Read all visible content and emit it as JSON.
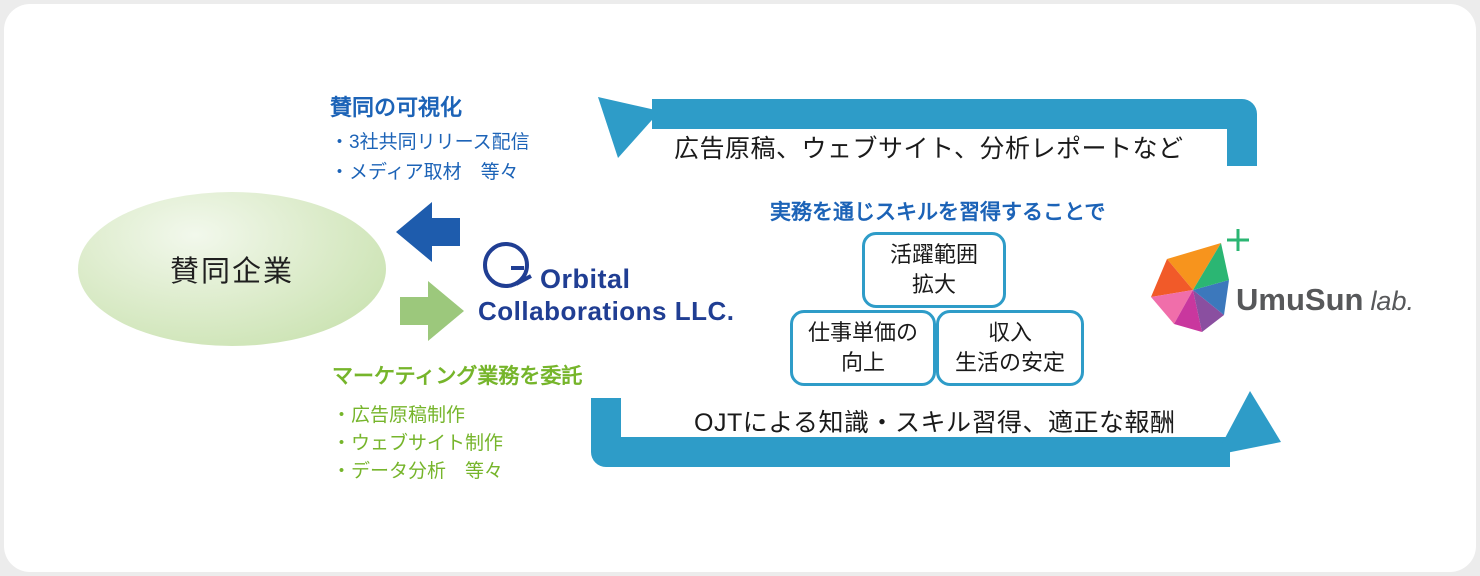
{
  "supporter": {
    "label": "賛同企業"
  },
  "endorsement": {
    "title": "賛同の可視化",
    "items": [
      "・3社共同リリース配信",
      "・メディア取材　等々"
    ]
  },
  "outsourcing": {
    "title": "マーケティング業務を委託",
    "items": [
      "・広告原稿制作",
      "・ウェブサイト制作",
      "・データ分析　等々"
    ]
  },
  "orbital": {
    "line1": "Orbital",
    "line2": "Collaborations LLC."
  },
  "flows": {
    "top_label": "広告原稿、ウェブサイト、分析レポートなど",
    "bottom_label": "OJTによる知識・スキル習得、適正な報酬"
  },
  "skills": {
    "heading": "実務を通じスキルを習得することで",
    "boxes": [
      {
        "line1": "活躍範囲",
        "line2": "拡大"
      },
      {
        "line1": "仕事単価の",
        "line2": "向上"
      },
      {
        "line1": "収入",
        "line2": "生活の安定"
      }
    ]
  },
  "umusun": {
    "name": "UmuSun",
    "suffix": "lab.",
    "palette": [
      "#F7941D",
      "#F15A29",
      "#F06EAA",
      "#C9379E",
      "#8A4FA0",
      "#3C78BC",
      "#2BB673"
    ]
  },
  "colors": {
    "arrow_teal": "#2E9CC8",
    "arrow_blue": "#1E5CAD",
    "arrow_green": "#9CC87C",
    "text_blue": "#1C63B7",
    "text_green": "#76B52B",
    "box_border": "#2E9CC8",
    "orbital_navy": "#203E93"
  }
}
